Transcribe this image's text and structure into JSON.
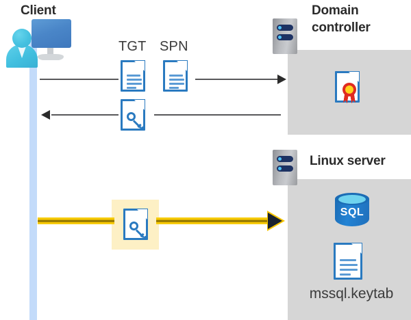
{
  "diagram": {
    "title_client": "Client",
    "title_domain_controller": "Domain controller",
    "title_linux_server": "Linux server",
    "labels": {
      "tgt": "TGT",
      "spn": "SPN",
      "keytab_file": "mssql.keytab",
      "sql": "SQL"
    },
    "colors": {
      "lifeline": "#c3dbfa",
      "server_box": "#d6d6d6",
      "doc_outline": "#2a7ac0",
      "highlight": "#fdf0c5",
      "yellow_arrow": "#f5c400",
      "thin_arrow": "#58585a",
      "title_text": "#2b2b2b",
      "sql_blue": "#2383d4",
      "cert_gold": "#ffd21e",
      "cert_red": "#e02b20"
    },
    "icons": {
      "client": "user-workstation-icon",
      "server": "server-rack-icon",
      "document": "document-icon",
      "key_document": "key-document-icon",
      "certificate": "certificate-document-icon",
      "database": "sql-database-icon"
    },
    "flows": [
      {
        "name": "client-to-dc-request",
        "direction": "right",
        "artifacts": [
          "TGT",
          "SPN"
        ]
      },
      {
        "name": "dc-to-client-response",
        "direction": "left",
        "artifacts": [
          "service-ticket"
        ]
      },
      {
        "name": "client-to-linux-ticket",
        "direction": "right",
        "artifacts": [
          "service-ticket"
        ],
        "highlighted": true
      }
    ]
  }
}
